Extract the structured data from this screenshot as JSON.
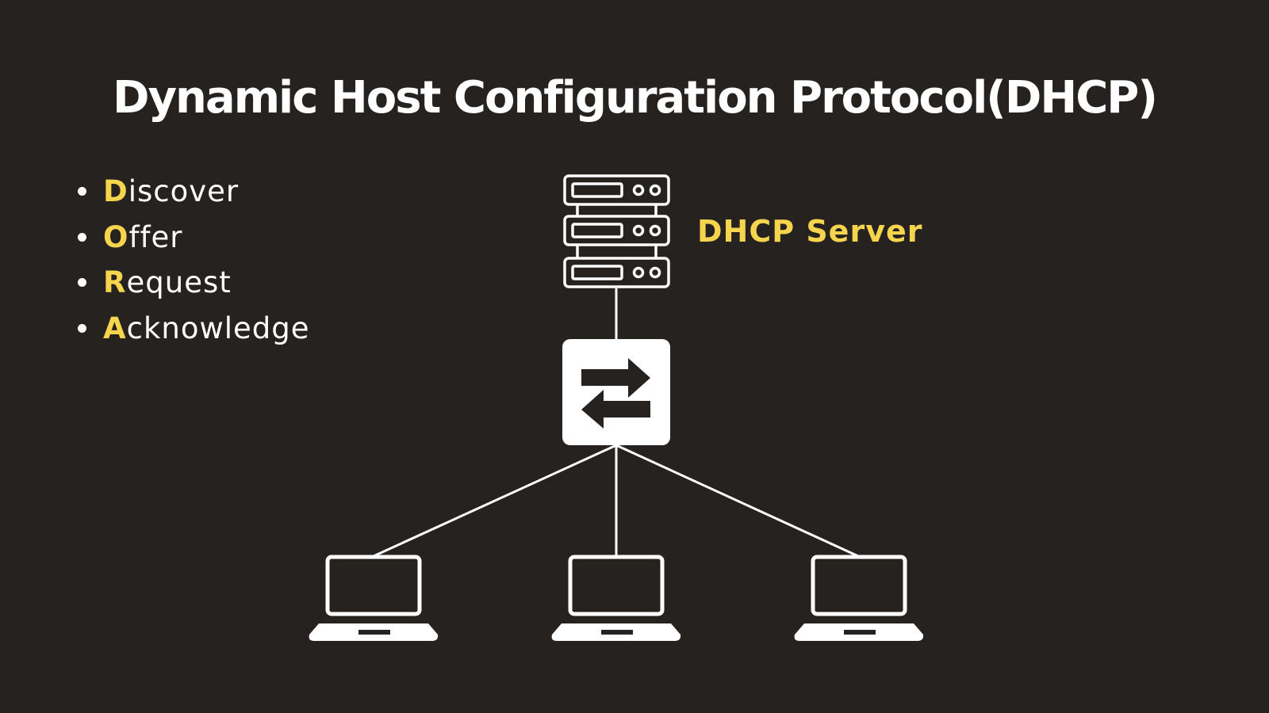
{
  "title": "Dynamic Host Configuration Protocol(DHCP)",
  "steps": [
    {
      "initial": "D",
      "rest": "iscover"
    },
    {
      "initial": "O",
      "rest": "ffer"
    },
    {
      "initial": "R",
      "rest": "equest"
    },
    {
      "initial": "A",
      "rest": "cknowledge"
    }
  ],
  "server_label": "DHCP Server",
  "colors": {
    "background": "#252220",
    "accent": "#f6d44e",
    "foreground": "#ffffff"
  },
  "icons": {
    "server": "server-rack-icon",
    "switch": "network-switch-icon",
    "client": "laptop-icon"
  }
}
